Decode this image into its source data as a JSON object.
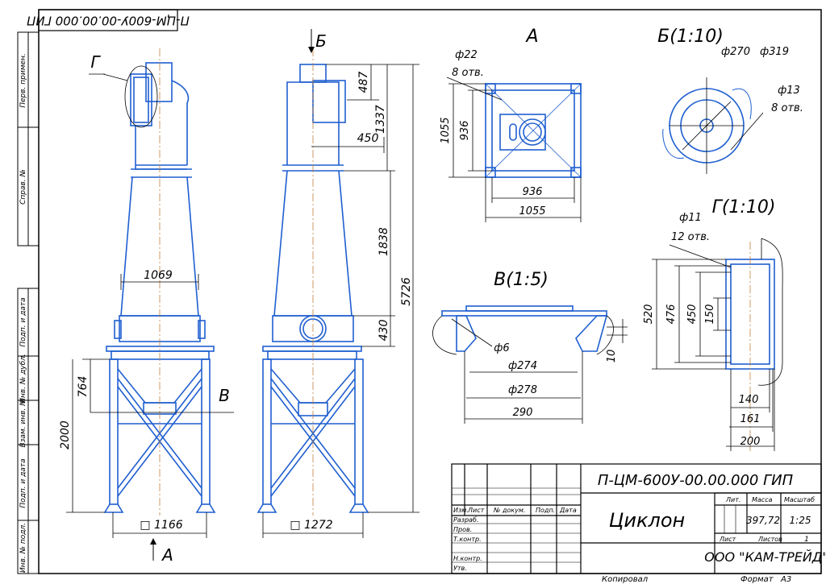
{
  "stamp": {
    "doc_code_rotated": "П-ЦМ-600У-00.00.000 ГИП"
  },
  "left_strip": {
    "perv_primen": "Перв. примен.",
    "sprav_no": "Справ. №",
    "podp_data_1": "Подп. и дата",
    "inv_dubl": "Инв. № дубл.",
    "vzam_inv": "Взам. инв. №",
    "podp_data_2": "Подп. и дата",
    "inv_podl": "Инв. № подл."
  },
  "front_view": {
    "dim_top_width": "1069",
    "dim_height_764": "764",
    "dim_height_2000": "2000",
    "dim_base": "□ 1166",
    "callout_g": "Г",
    "callout_v": "В",
    "arrow_a": "А"
  },
  "side_view": {
    "arrow_b": "Б",
    "dim_487": "487",
    "dim_1337": "1337",
    "dim_450": "450",
    "dim_1838": "1838",
    "dim_5726": "5726",
    "dim_430": "430",
    "dim_base": "□ 1272"
  },
  "view_a": {
    "title": "А",
    "hole_dia": "ф22",
    "hole_count": "8 отв.",
    "dim_1055_v": "1055",
    "dim_936_v": "936",
    "dim_936_h": "936",
    "dim_1055_h": "1055"
  },
  "view_b": {
    "title": "Б(1:10)",
    "dia_270": "ф270",
    "dia_319": "ф319",
    "hole_dia": "ф13",
    "hole_count": "8 отв."
  },
  "view_v": {
    "title": "В(1:5)",
    "dia_6": "ф6",
    "dim_10": "10",
    "dia_274": "ф274",
    "dia_278": "ф278",
    "dim_290": "290"
  },
  "view_g": {
    "title": "Г(1:10)",
    "hole_dia": "ф11",
    "hole_count": "12 отв.",
    "dim_520": "520",
    "dim_476": "476",
    "dim_450": "450",
    "dim_150": "150",
    "dim_140": "140",
    "dim_161": "161",
    "dim_200": "200"
  },
  "title_block": {
    "designation": "П-ЦМ-600У-00.00.000 ГИП",
    "name": "Циклон",
    "h_izm": "Изм.",
    "h_list": "Лист",
    "h_ndokum": "№ докум.",
    "h_podp": "Подп.",
    "h_data": "Дата",
    "r_razrab": "Разраб.",
    "r_prov": "Пров.",
    "r_tkontr": "Т.контр.",
    "r_nkontr": "Н.контр.",
    "r_utv": "Утв.",
    "h_lit": "Лит.",
    "h_massa": "Масса",
    "h_masshtab": "Масштаб",
    "massa": "397,72",
    "masshtab": "1:25",
    "list_label": "Лист",
    "listov_label": "Листов",
    "listov_value": "1",
    "company": "ООО \"КАМ-ТРЕЙД\"",
    "kopiroval": "Копировал",
    "format_label": "Формат",
    "format_value": "А3"
  },
  "colors": {
    "line": "#000000",
    "part": "#1f5fd0",
    "axis": "#c08040"
  }
}
